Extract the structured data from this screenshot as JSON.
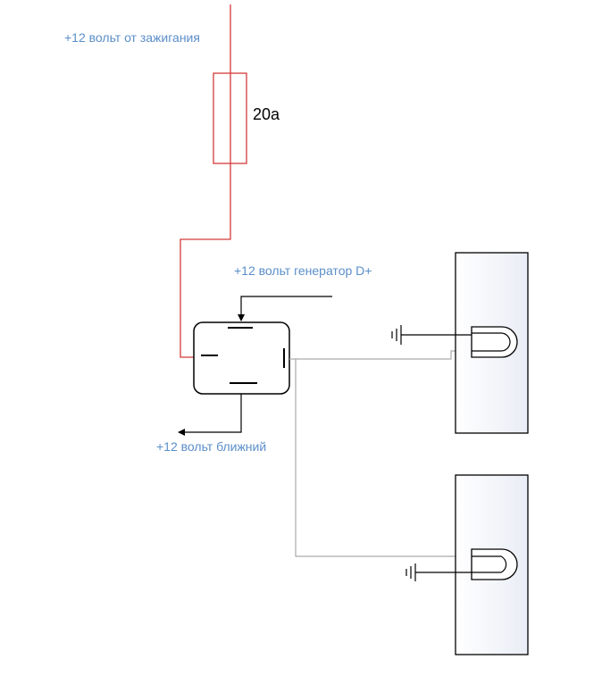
{
  "labels": {
    "ignition": "+12 вольт от зажигания",
    "fuse_rating": "20а",
    "generator": "+12 вольт генератор D+",
    "low_beam": "+12 вольт ближний"
  },
  "colors": {
    "power_wire": "#d43a3a",
    "signal_wire": "#aaaaaa",
    "label_text": "#5b8ec9",
    "component_stroke": "#000000"
  }
}
